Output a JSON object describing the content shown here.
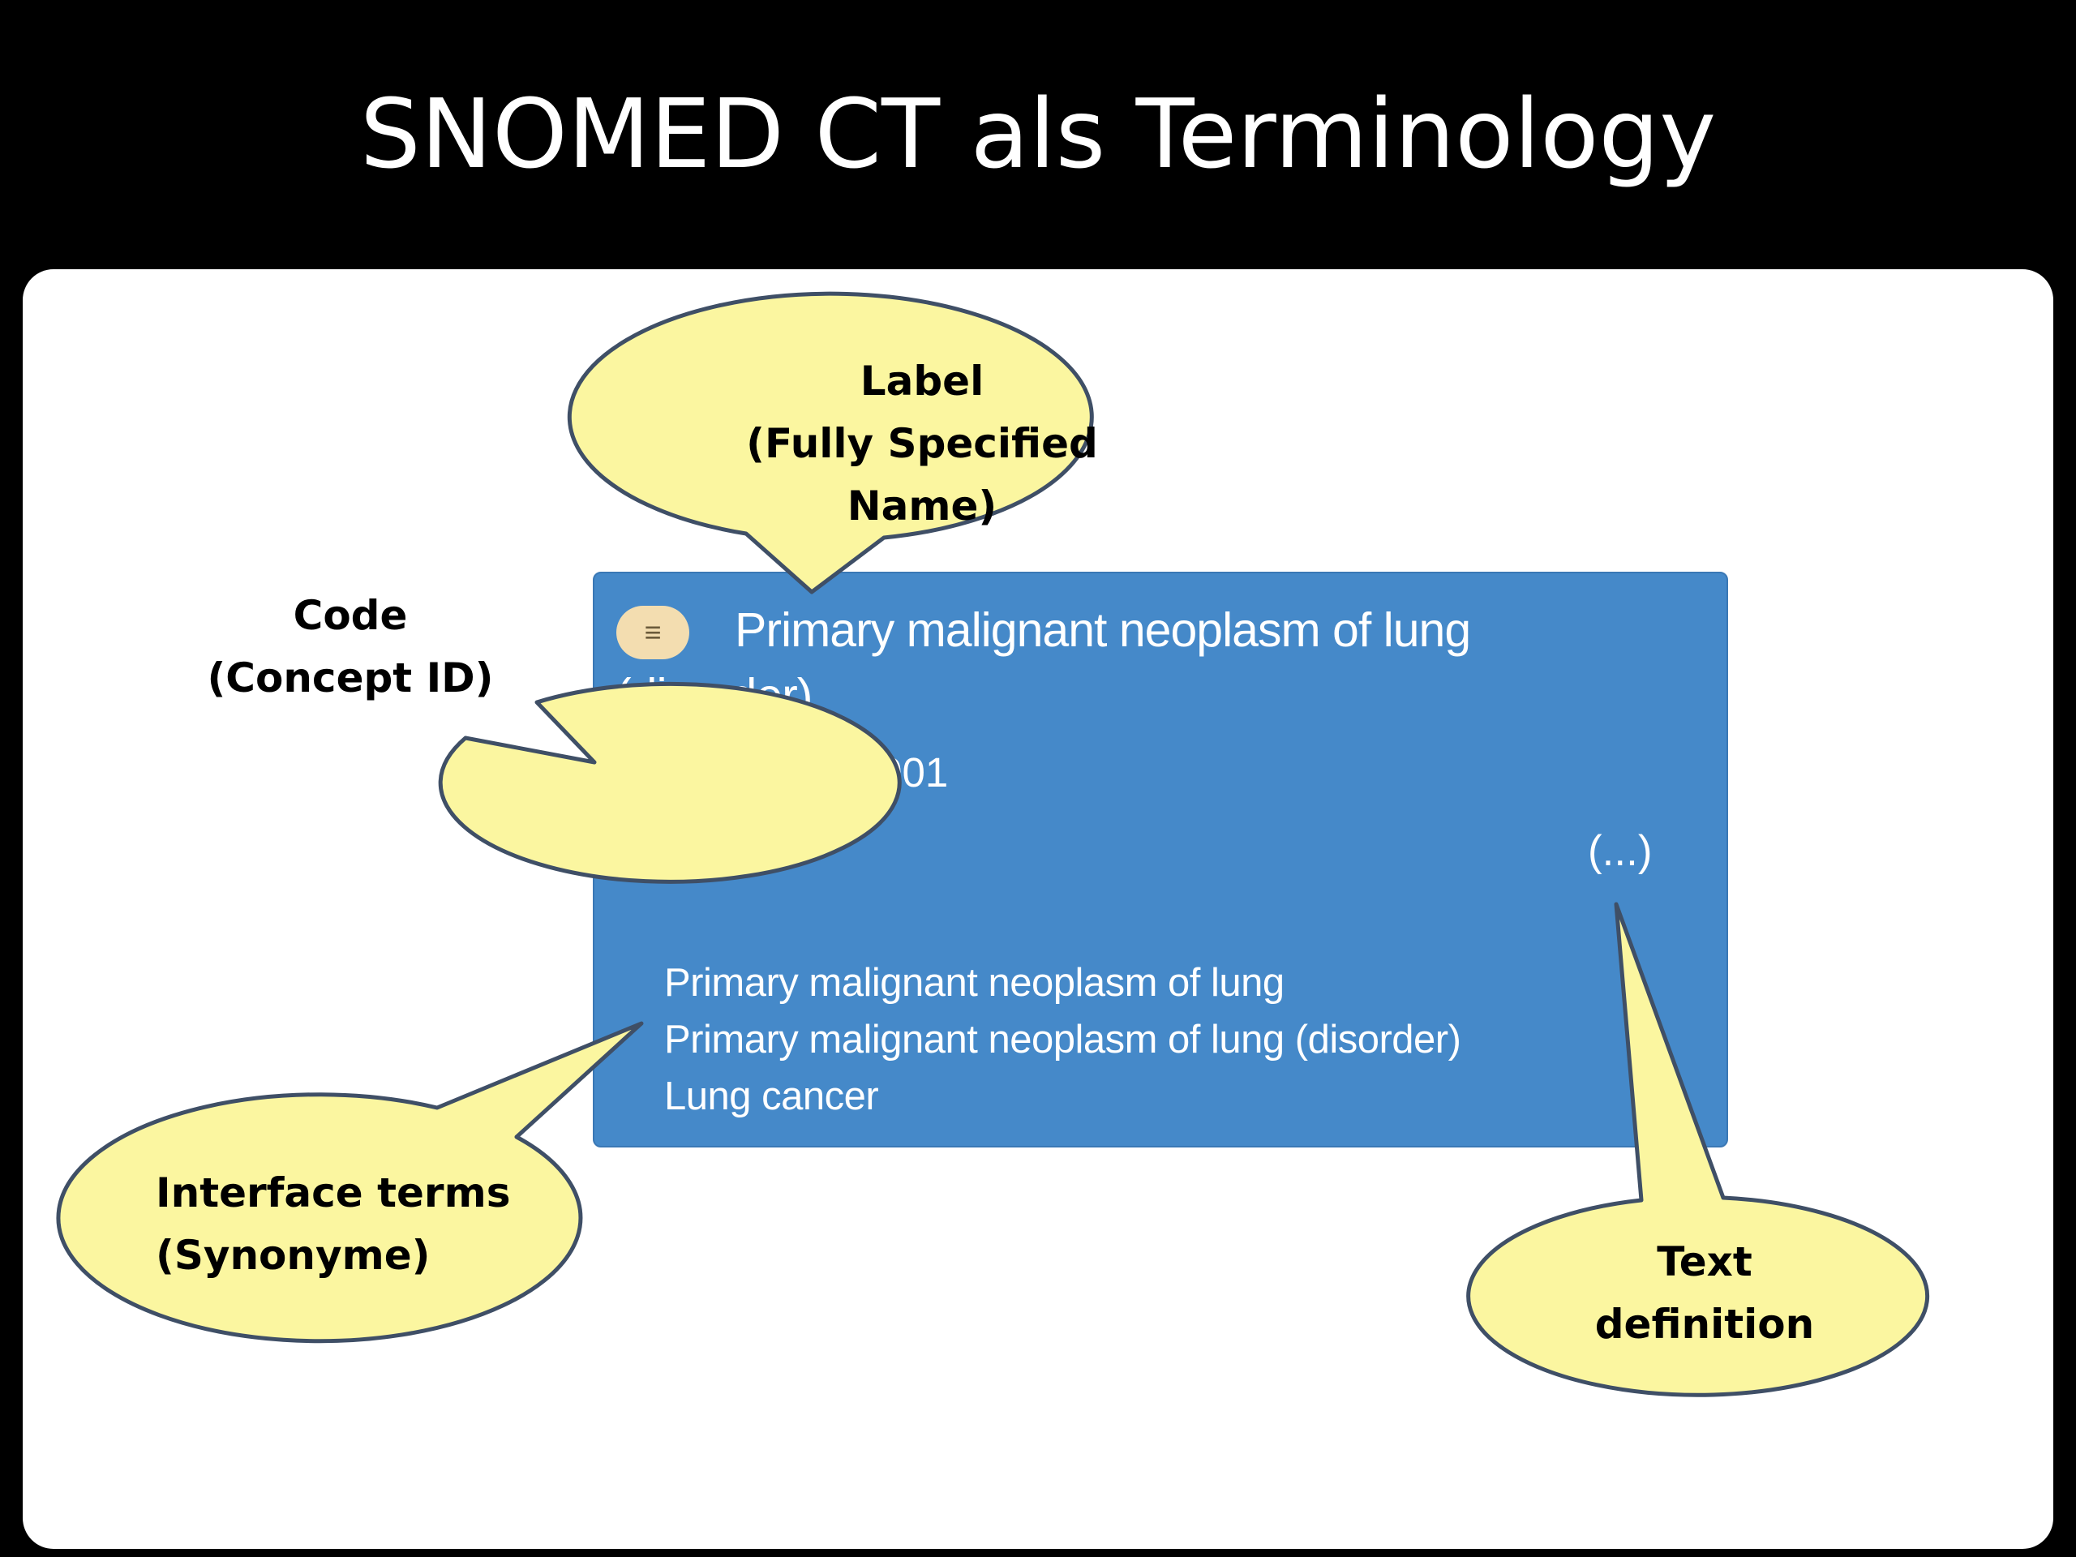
{
  "slide": {
    "title": "SNOMED CT als Terminology"
  },
  "concept_card": {
    "menu_icon": "hamburger-menu-icon",
    "fully_specified_name": "Primary malignant neoplasm of lung (disorder)",
    "sctid": "SCTID: 93880001",
    "definition_placeholder": "(...)",
    "synonyms": [
      "Primary malignant neoplasm of lung",
      "Primary malignant neoplasm of lung (disorder)",
      "Lung cancer"
    ]
  },
  "callouts": {
    "label": [
      "Label",
      "(Fully Specified",
      "Name)"
    ],
    "code": [
      "Code",
      "(Concept ID)"
    ],
    "interface_terms": [
      "Interface terms",
      "(Synonyme)"
    ],
    "text_definition": [
      "Text",
      "definition"
    ]
  },
  "colors": {
    "card_blue": "#4589c9",
    "callout_fill": "#fbf6a0",
    "callout_stroke": "#3f4f66",
    "background": "#000000",
    "panel": "#ffffff"
  }
}
